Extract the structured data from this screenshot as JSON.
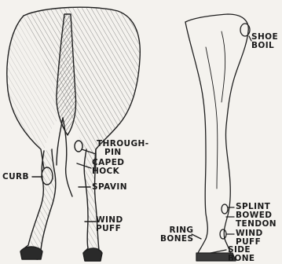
{
  "figure": {
    "left_view": {
      "labels": {
        "throughpin": [
          "THROUGH-",
          "PIN"
        ],
        "caped_hock": [
          "CAPED",
          "HOCK"
        ],
        "curb": "CURB",
        "spavin": "SPAVIN",
        "wind_puff": [
          "WIND",
          "PUFF"
        ]
      }
    },
    "right_view": {
      "labels": {
        "shoe_boil": [
          "SHOE",
          "BOIL"
        ],
        "splint": "SPLINT",
        "bowed_tendon": [
          "BOWED",
          "TENDON"
        ],
        "wind_puff": [
          "WIND",
          "PUFF"
        ],
        "ring_bones": [
          "RING",
          "BONES"
        ],
        "side_bone": [
          "SIDE",
          "BONE"
        ]
      }
    }
  }
}
